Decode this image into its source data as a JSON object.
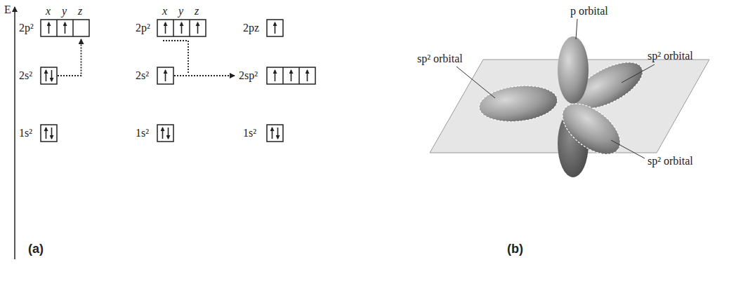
{
  "diagram": {
    "labels": [
      "E",
      "x",
      "y",
      "z",
      "x",
      "y",
      "z",
      "2p²",
      "2s²",
      "1s²",
      "2p²",
      "2s²",
      "1s²",
      "2pz",
      "2sp²",
      "1s²",
      "p orbital",
      "sp² orbital",
      "sp² orbital",
      "sp² orbital",
      "(a)",
      "(b)"
    ]
  }
}
